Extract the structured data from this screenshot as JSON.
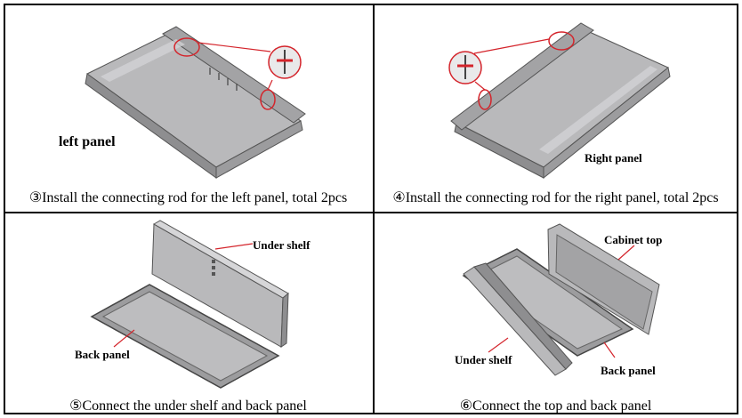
{
  "steps": [
    {
      "caption": "③Install the connecting rod for the left panel, total 2pcs",
      "label": "left panel"
    },
    {
      "caption": "④Install the connecting rod for the right panel,  total 2pcs",
      "label": "Right panel"
    },
    {
      "caption": "⑤Connect the under shelf and back panel",
      "labels": {
        "a": "Under shelf",
        "b": "Back panel"
      }
    },
    {
      "caption": "⑥Connect the top and back panel",
      "labels": {
        "a": "Cabinet top",
        "b": "Under shelf",
        "c": "Back panel"
      }
    }
  ],
  "colors": {
    "panel": "#b9b9bb",
    "panel_dark": "#8e8e90",
    "panel_light": "#d6d6d8",
    "callout": "#d4242b"
  }
}
